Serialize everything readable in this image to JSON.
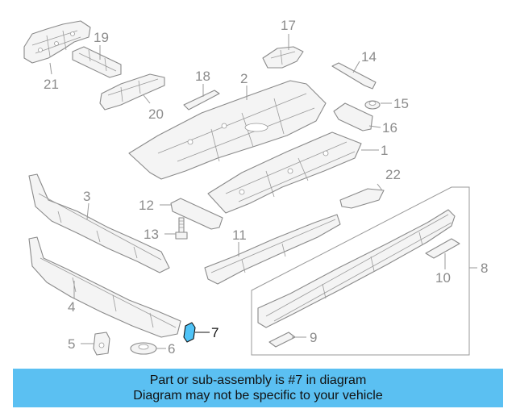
{
  "diagram": {
    "highlight_color": "#4fc3f7",
    "callouts": {
      "c1": "1",
      "c2": "2",
      "c3": "3",
      "c4": "4",
      "c5": "5",
      "c6": "6",
      "c7": "7",
      "c8": "8",
      "c9": "9",
      "c10": "10",
      "c11": "11",
      "c12": "12",
      "c13": "13",
      "c14": "14",
      "c15": "15",
      "c16": "16",
      "c17": "17",
      "c18": "18",
      "c19": "19",
      "c20": "20",
      "c21": "21",
      "c22": "22"
    },
    "highlighted_part": "7"
  },
  "banner": {
    "line1": "Part or sub-assembly is #7 in diagram",
    "line2": "Diagram may not be specific to your vehicle",
    "background": "#5bc0f2"
  }
}
